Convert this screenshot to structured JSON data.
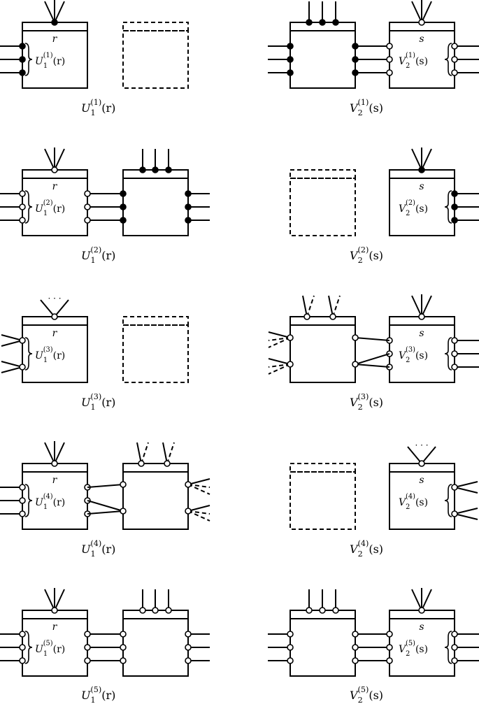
{
  "rows": [
    {
      "left": {
        "variant": 1,
        "box_label": "r",
        "stack": "filled",
        "side": "filled",
        "inner": "U",
        "caption": "U",
        "top": "fan",
        "right_box": "dashed"
      },
      "right": {
        "variant": 1,
        "box_label": "s",
        "stack": "open",
        "side": "open",
        "inner": "V",
        "caption": "V",
        "top": "fan",
        "left_box": "solid-filled"
      }
    },
    {
      "left": {
        "variant": 2,
        "box_label": "r",
        "stack": "open",
        "side": "open",
        "inner": "U",
        "caption": "U",
        "top": "fan",
        "right_box": "solid-filled"
      },
      "right": {
        "variant": 2,
        "box_label": "s",
        "stack": "filled",
        "side": "filled",
        "inner": "V",
        "caption": "V",
        "top": "fan",
        "left_box": "dashed"
      }
    },
    {
      "left": {
        "variant": 3,
        "box_label": "r",
        "stack": "open-pair",
        "side": "fan",
        "inner": "U",
        "caption": "U",
        "top": "dots",
        "right_box": "dashed"
      },
      "right": {
        "variant": 3,
        "box_label": "s",
        "stack": "open",
        "side": "open",
        "inner": "V",
        "caption": "V",
        "top": "fan",
        "left_box": "dashed-fans"
      }
    },
    {
      "left": {
        "variant": 4,
        "box_label": "r",
        "stack": "open",
        "side": "open",
        "inner": "U",
        "caption": "U",
        "top": "fan",
        "right_box": "dashed-fans"
      },
      "right": {
        "variant": 4,
        "box_label": "s",
        "stack": "open-pair",
        "side": "fan",
        "inner": "V",
        "caption": "V",
        "top": "dots",
        "left_box": "dashed"
      }
    },
    {
      "left": {
        "variant": 5,
        "box_label": "r",
        "stack": "open",
        "side": "open",
        "inner": "U",
        "caption": "U",
        "top": "fan",
        "right_box": "solid-open"
      },
      "right": {
        "variant": 5,
        "box_label": "s",
        "stack": "open",
        "side": "open",
        "inner": "V",
        "caption": "V",
        "top": "fan",
        "left_box": "solid-open"
      }
    }
  ],
  "labels": {
    "r": "r",
    "s": "s",
    "U": "U",
    "V": "V",
    "sub_U": "1",
    "sub_V": "2",
    "arg_r": "(r)",
    "arg_s": "(s)",
    "dots": "· · ·"
  },
  "colors": {
    "stroke": "#000000",
    "fill": "#000000",
    "open": "#ffffff"
  }
}
